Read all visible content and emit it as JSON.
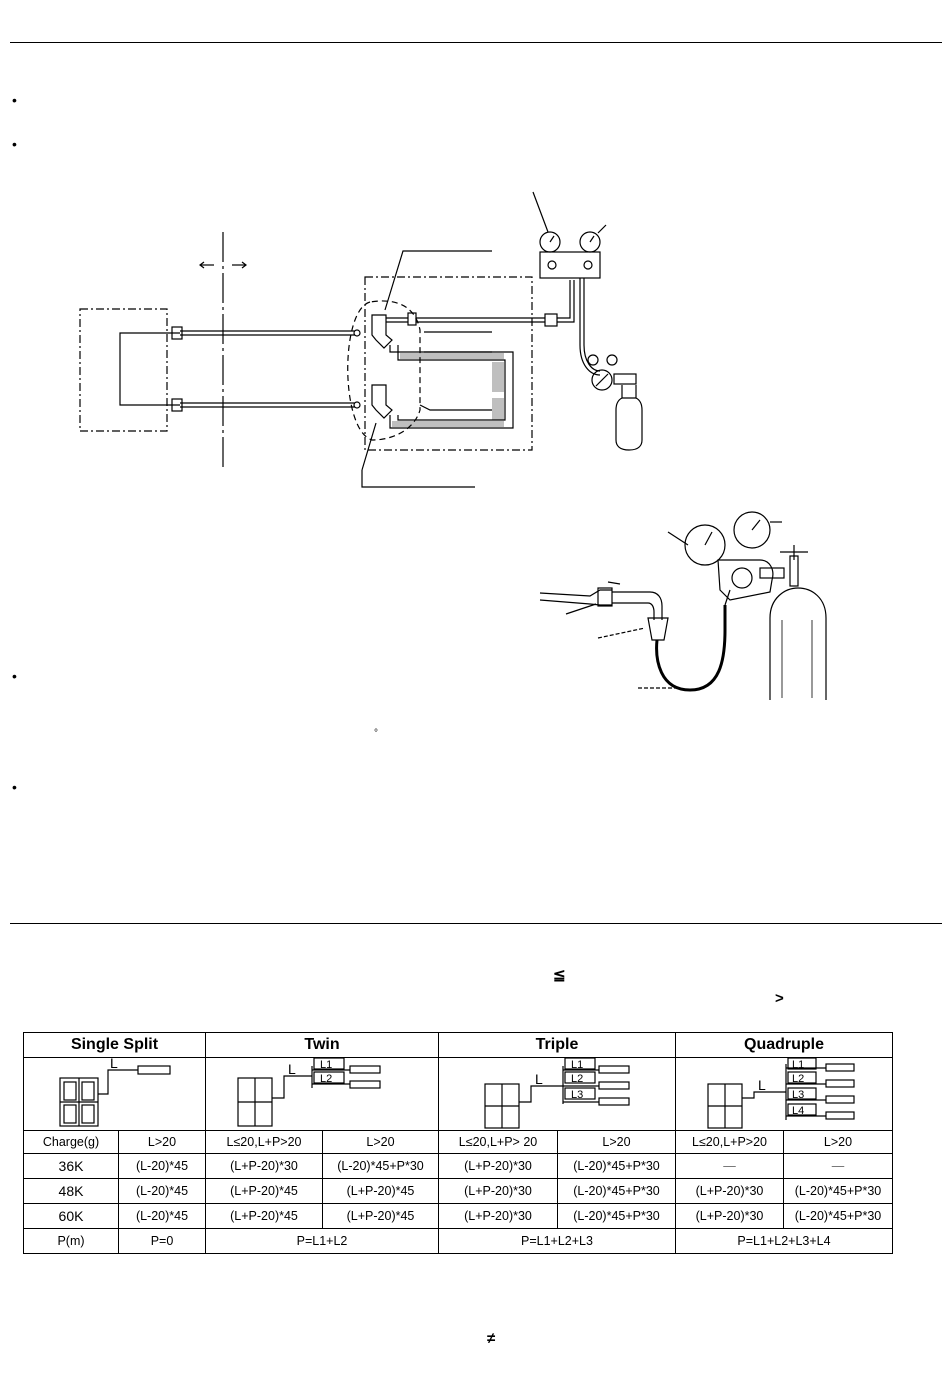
{
  "bullets": [
    "•",
    "•",
    "•",
    "•"
  ],
  "symbols": {
    "le": "≦",
    "gt": ">",
    "ne": "≠",
    "degree": "°"
  },
  "diagram_labels": {
    "L": "L",
    "L1": "L1",
    "L2": "L2",
    "L3": "L3",
    "L4": "L4"
  },
  "table": {
    "headers": [
      "Single Split",
      "Twin",
      "Triple",
      "Quadruple"
    ],
    "subheaders": [
      "Charge(g)",
      "L>20",
      "L≤20,L+P>20",
      "L>20",
      "L≤20,L+P> 20",
      "L>20",
      "L≤20,L+P>20",
      "L>20"
    ],
    "rows": [
      {
        "model": "36K",
        "cells": [
          "(L-20)*45",
          "(L+P-20)*30",
          "(L-20)*45+P*30",
          "(L+P-20)*30",
          "(L-20)*45+P*30",
          "—",
          "—"
        ]
      },
      {
        "model": "48K",
        "cells": [
          "(L-20)*45",
          "(L+P-20)*45",
          "(L+P-20)*45",
          "(L+P-20)*30",
          "(L-20)*45+P*30",
          "(L+P-20)*30",
          "(L-20)*45+P*30"
        ]
      },
      {
        "model": "60K",
        "cells": [
          "(L-20)*45",
          "(L+P-20)*45",
          "(L+P-20)*45",
          "(L+P-20)*30",
          "(L-20)*45+P*30",
          "(L+P-20)*30",
          "(L-20)*45+P*30"
        ]
      }
    ],
    "p_row": {
      "label": "P(m)",
      "single": "P=0",
      "twin": "P=L1+L2",
      "triple": "P=L1+L2+L3",
      "quad": "P=L1+L2+L3+L4"
    }
  }
}
